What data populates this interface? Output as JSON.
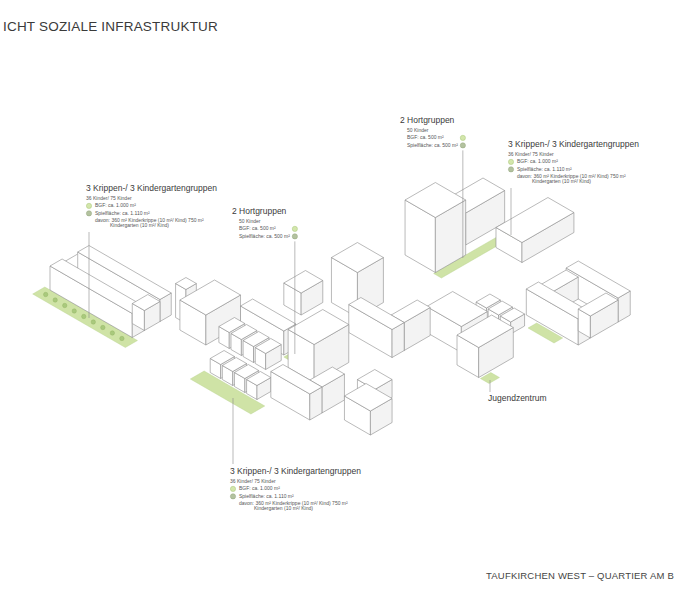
{
  "diagram": {
    "title": "ICHT SOZIALE INFRASTRUKTUR",
    "caption": "TAUFKIRCHEN WEST – QUARTIER AM B",
    "labels": [
      "2 Hortgruppen",
      "50 Kinder",
      "BGF: ca. 500 m²",
      "Spielfläche: ca. 500 m²",
      "3 Krippen-/ 3 Kindergartengruppen",
      "36 Kinder/ 75 Kinder",
      "BGF: ca. 1.000 m²",
      "Spielfläche: ca. 1.110 m²",
      "davon: 360 m² Kinderkrippe (10 m²/ Kind) 750 m² Kindergarten (10 m²/ Kind)",
      "3 Krippen-/ 3 Kindergartengruppen",
      "36 Kinder/ 75 Kinder",
      "BGF: ca. 1.000 m²",
      "Spielfläche: ca. 1.110 m²",
      "davon: 360 m² Kinderkrippe (10 m²/ Kind) 750 m² Kindergarten (10 m²/ Kind)",
      "2 Hortgruppen",
      "50 Kinder",
      "BGF: ca. 500 m²",
      "Spielfläche: ca. 500 m²",
      "Jugendzentrum",
      "3 Krippen-/ 3 Kindergartengruppen",
      "36 Kinder/ 75 Kinder",
      "BGF: ca. 1.000 m²",
      "Spielfläche: ca. 1.110 m²",
      "davon: 360 m² Kinderkrippe (10 m²/ Kind) 750 m² Kindergarten (10 m²/ Kind)"
    ]
  }
}
